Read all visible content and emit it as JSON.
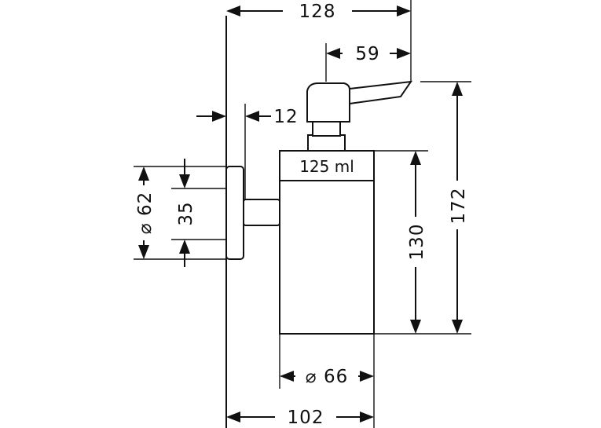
{
  "dimensions": {
    "overall_width": "128",
    "spout_reach": "59",
    "wall_offset": "12",
    "rosette_diameter": "⌀ 62",
    "rosette_inner": "35",
    "container_height": "130",
    "overall_height": "172",
    "container_diameter": "⌀ 66",
    "depth": "102"
  },
  "labels": {
    "capacity": "125 ml"
  }
}
